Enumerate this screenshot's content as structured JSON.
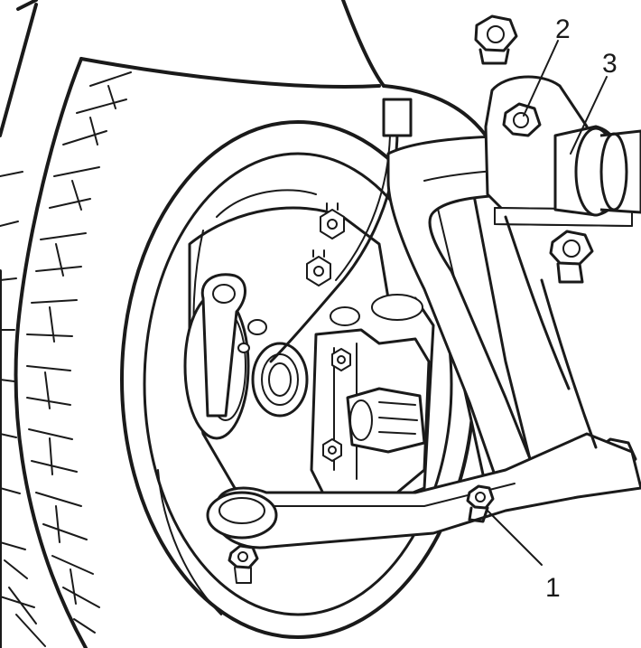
{
  "callouts": [
    {
      "id": "1",
      "label": "1"
    },
    {
      "id": "2",
      "label": "2"
    },
    {
      "id": "3",
      "label": "3"
    }
  ],
  "style": {
    "line_color": "#1a1a1a",
    "background": "#ffffff"
  }
}
